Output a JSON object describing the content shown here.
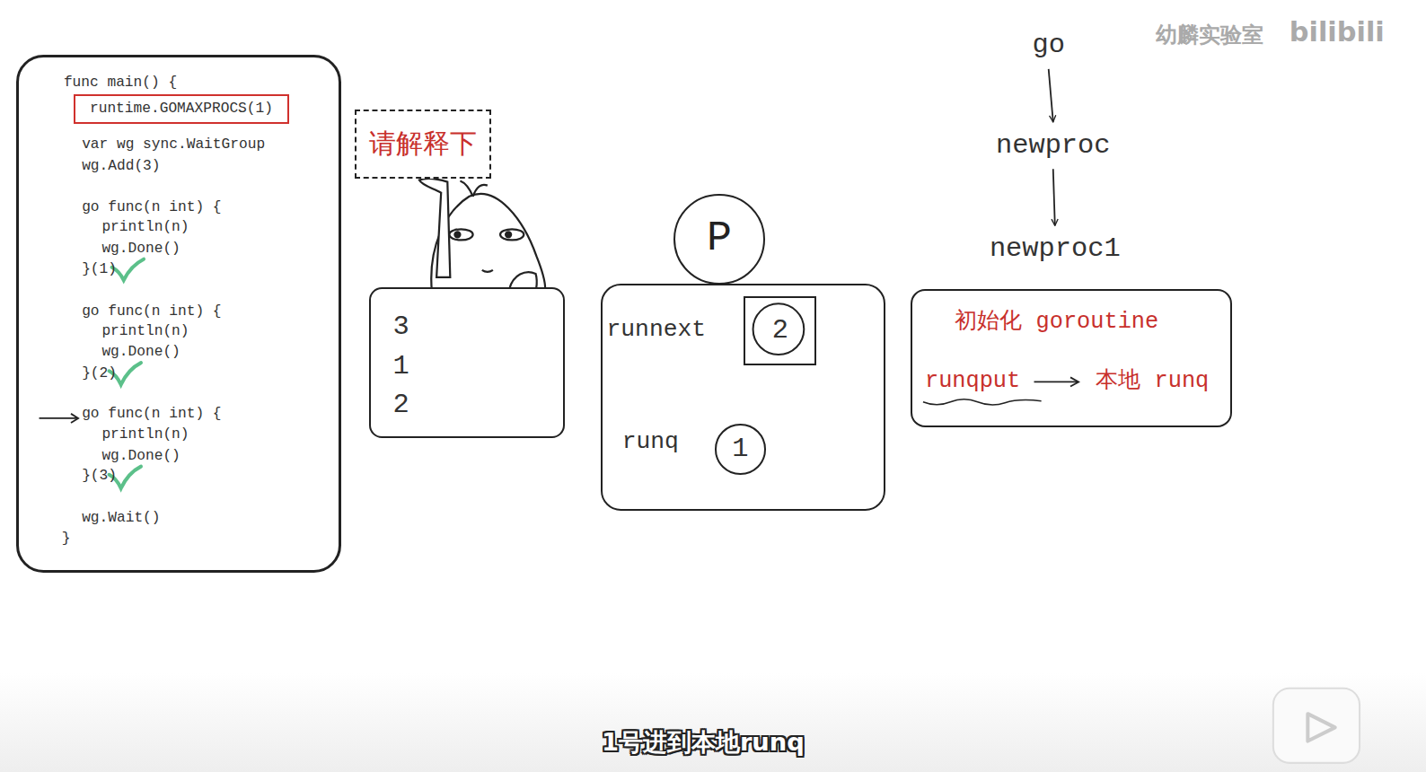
{
  "diagram": {
    "nodes": [
      {
        "text": [
          "func main() {",
          "var wg sync.WaitGroup",
          "wg.Add(3)",
          "go func(n int) {",
          "println(n)",
          "wg.Done()",
          "}(1)",
          "go func(n int) {",
          "println(n)",
          "wg.Done()",
          "}(2)",
          "go func(n int) {",
          "println(n)",
          "wg.Done()",
          "}(3)",
          "wg.Wait()",
          "}"
        ]
      },
      {
        "text": [
          "runtime.GOMAXPROCS(1)"
        ],
        "in": 0
      },
      {
        "text": [
          "请解释下"
        ]
      },
      {
        "text": [
          "3",
          "1",
          "2"
        ]
      },
      {
        "text": [
          "P"
        ]
      },
      {
        "text": [
          "runnext",
          "runq"
        ]
      },
      {
        "text": [
          "2"
        ],
        "in": 5
      },
      {
        "text": [
          "1"
        ],
        "in": 5
      },
      {
        "text": [
          "go"
        ]
      },
      {
        "text": [
          "newproc"
        ]
      },
      {
        "text": [
          "newproc1"
        ]
      },
      {
        "text": [
          "初始化 goroutine",
          "runqput",
          "本地 runq"
        ]
      }
    ],
    "edges": [
      {
        "from": 8,
        "to": 9,
        "arrow": "to"
      },
      {
        "from": 9,
        "to": 10,
        "arrow": "to"
      }
    ],
    "labels": [
      "1号进到本地runq",
      "幼麟实验室",
      "bilibili"
    ]
  }
}
